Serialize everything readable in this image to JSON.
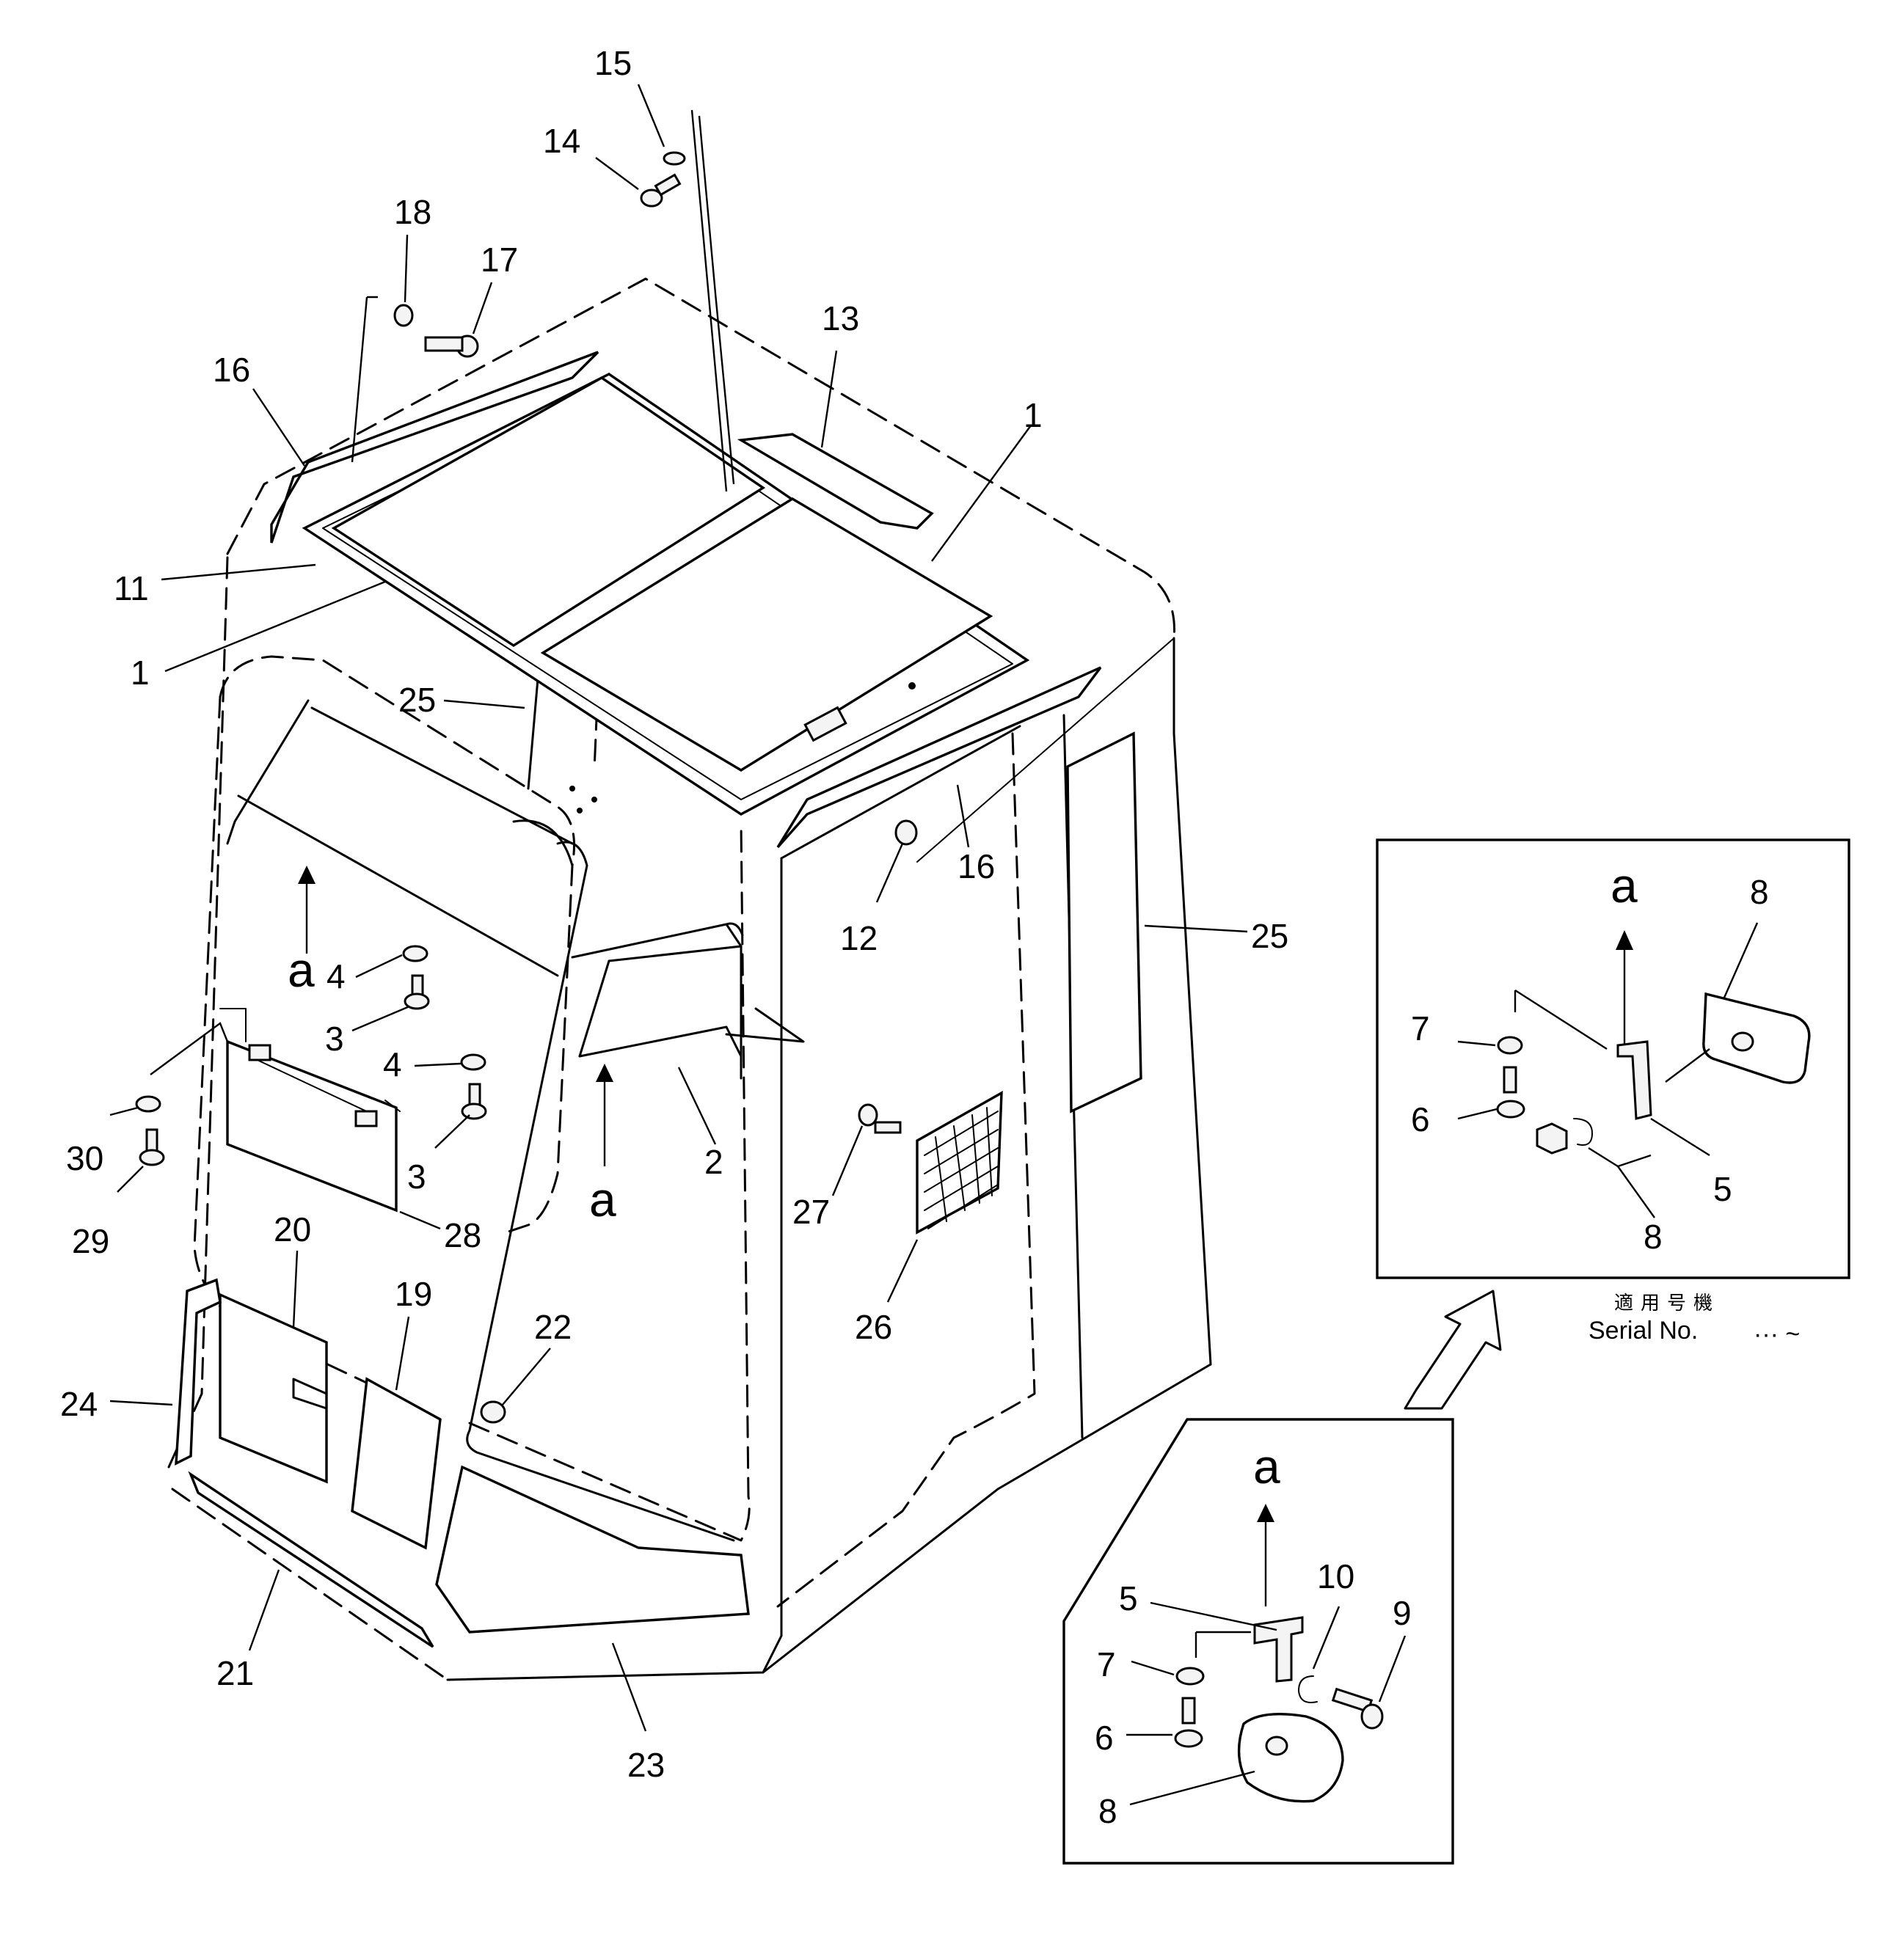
{
  "part_labels": [
    {
      "id": "p15",
      "text": "15"
    },
    {
      "id": "p14",
      "text": "14"
    },
    {
      "id": "p18",
      "text": "18"
    },
    {
      "id": "p17",
      "text": "17"
    },
    {
      "id": "p13",
      "text": "13"
    },
    {
      "id": "p16a",
      "text": "16"
    },
    {
      "id": "p1a",
      "text": "1"
    },
    {
      "id": "p11",
      "text": "11"
    },
    {
      "id": "p1b",
      "text": "1"
    },
    {
      "id": "p25a",
      "text": "25"
    },
    {
      "id": "p16b",
      "text": "16"
    },
    {
      "id": "p12",
      "text": "12"
    },
    {
      "id": "p25b",
      "text": "25"
    },
    {
      "id": "p4a",
      "text": "4"
    },
    {
      "id": "p3a",
      "text": "3"
    },
    {
      "id": "p4b",
      "text": "4"
    },
    {
      "id": "p3b",
      "text": "3"
    },
    {
      "id": "p2",
      "text": "2"
    },
    {
      "id": "p30",
      "text": "30"
    },
    {
      "id": "p29",
      "text": "29"
    },
    {
      "id": "p28",
      "text": "28"
    },
    {
      "id": "p27",
      "text": "27"
    },
    {
      "id": "p26",
      "text": "26"
    },
    {
      "id": "p20",
      "text": "20"
    },
    {
      "id": "p19",
      "text": "19"
    },
    {
      "id": "p22",
      "text": "22"
    },
    {
      "id": "p24",
      "text": "24"
    },
    {
      "id": "p21",
      "text": "21"
    },
    {
      "id": "p23",
      "text": "23"
    },
    {
      "id": "d1_8a",
      "text": "8"
    },
    {
      "id": "d1_7",
      "text": "7"
    },
    {
      "id": "d1_6",
      "text": "6"
    },
    {
      "id": "d1_5",
      "text": "5"
    },
    {
      "id": "d1_8b",
      "text": "8"
    },
    {
      "id": "d2_5",
      "text": "5"
    },
    {
      "id": "d2_10",
      "text": "10"
    },
    {
      "id": "d2_9",
      "text": "9"
    },
    {
      "id": "d2_7",
      "text": "7"
    },
    {
      "id": "d2_6",
      "text": "6"
    },
    {
      "id": "d2_8",
      "text": "8"
    }
  ],
  "view_markers": [
    {
      "id": "va1",
      "text": "a"
    },
    {
      "id": "va2",
      "text": "a"
    },
    {
      "id": "va3",
      "text": "a"
    },
    {
      "id": "va4",
      "text": "a"
    }
  ],
  "serial_note": {
    "japanese": "適用号機",
    "serial_label": "Serial No.",
    "range": "··· ~"
  }
}
